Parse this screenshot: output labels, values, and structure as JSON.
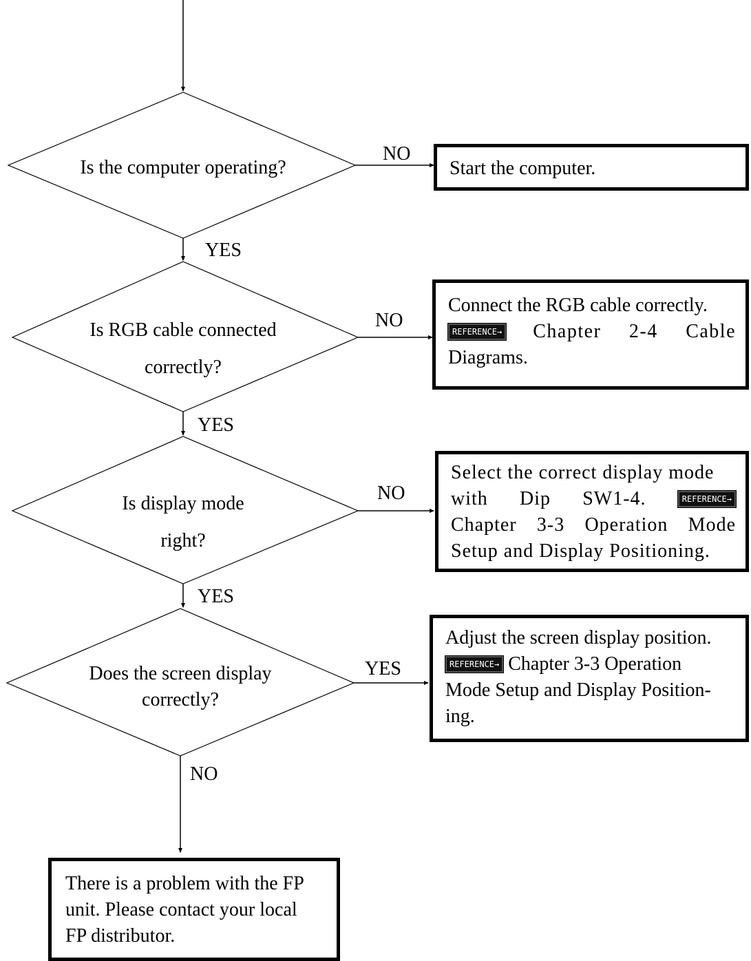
{
  "decisions": {
    "d1": "Is the computer operating?",
    "d2_line1": "Is  RGB cable connected",
    "d2_line2": "correctly?",
    "d3_line1": "Is  display mode",
    "d3_line2": "right?",
    "d4_line1": "Does the screen display",
    "d4_line2": "correctly?"
  },
  "branch_labels": {
    "d1_side": "NO",
    "d1_down": "YES",
    "d2_side": "NO",
    "d2_down": "YES",
    "d3_side": "NO",
    "d3_down": "YES",
    "d4_side": "YES",
    "d4_down": "NO"
  },
  "reference_badge": "REFERENCE→",
  "actions": {
    "a1": "Start the computer.",
    "a2_line1": "Connect the RGB cable correctly.",
    "a2_line2": "Chapter 2-4 Cable",
    "a2_line3": "Diagrams.",
    "a3_line1": "Select the correct display mode",
    "a3_line2": "with Dip SW1-4.",
    "a3_line3": "Chapter 3-3 Operation Mode",
    "a3_line4": "Setup and Display Positioning.",
    "a4_line1": "Adjust the screen display position.",
    "a4_line2": "Chapter 3-3 Operation",
    "a4_line3": "Mode Setup and Display Position-",
    "a4_line4": "ing.",
    "a5_line1": "There is a problem with the FP",
    "a5_line2": "unit.  Please contact your local",
    "a5_line3": "FP distributor."
  }
}
